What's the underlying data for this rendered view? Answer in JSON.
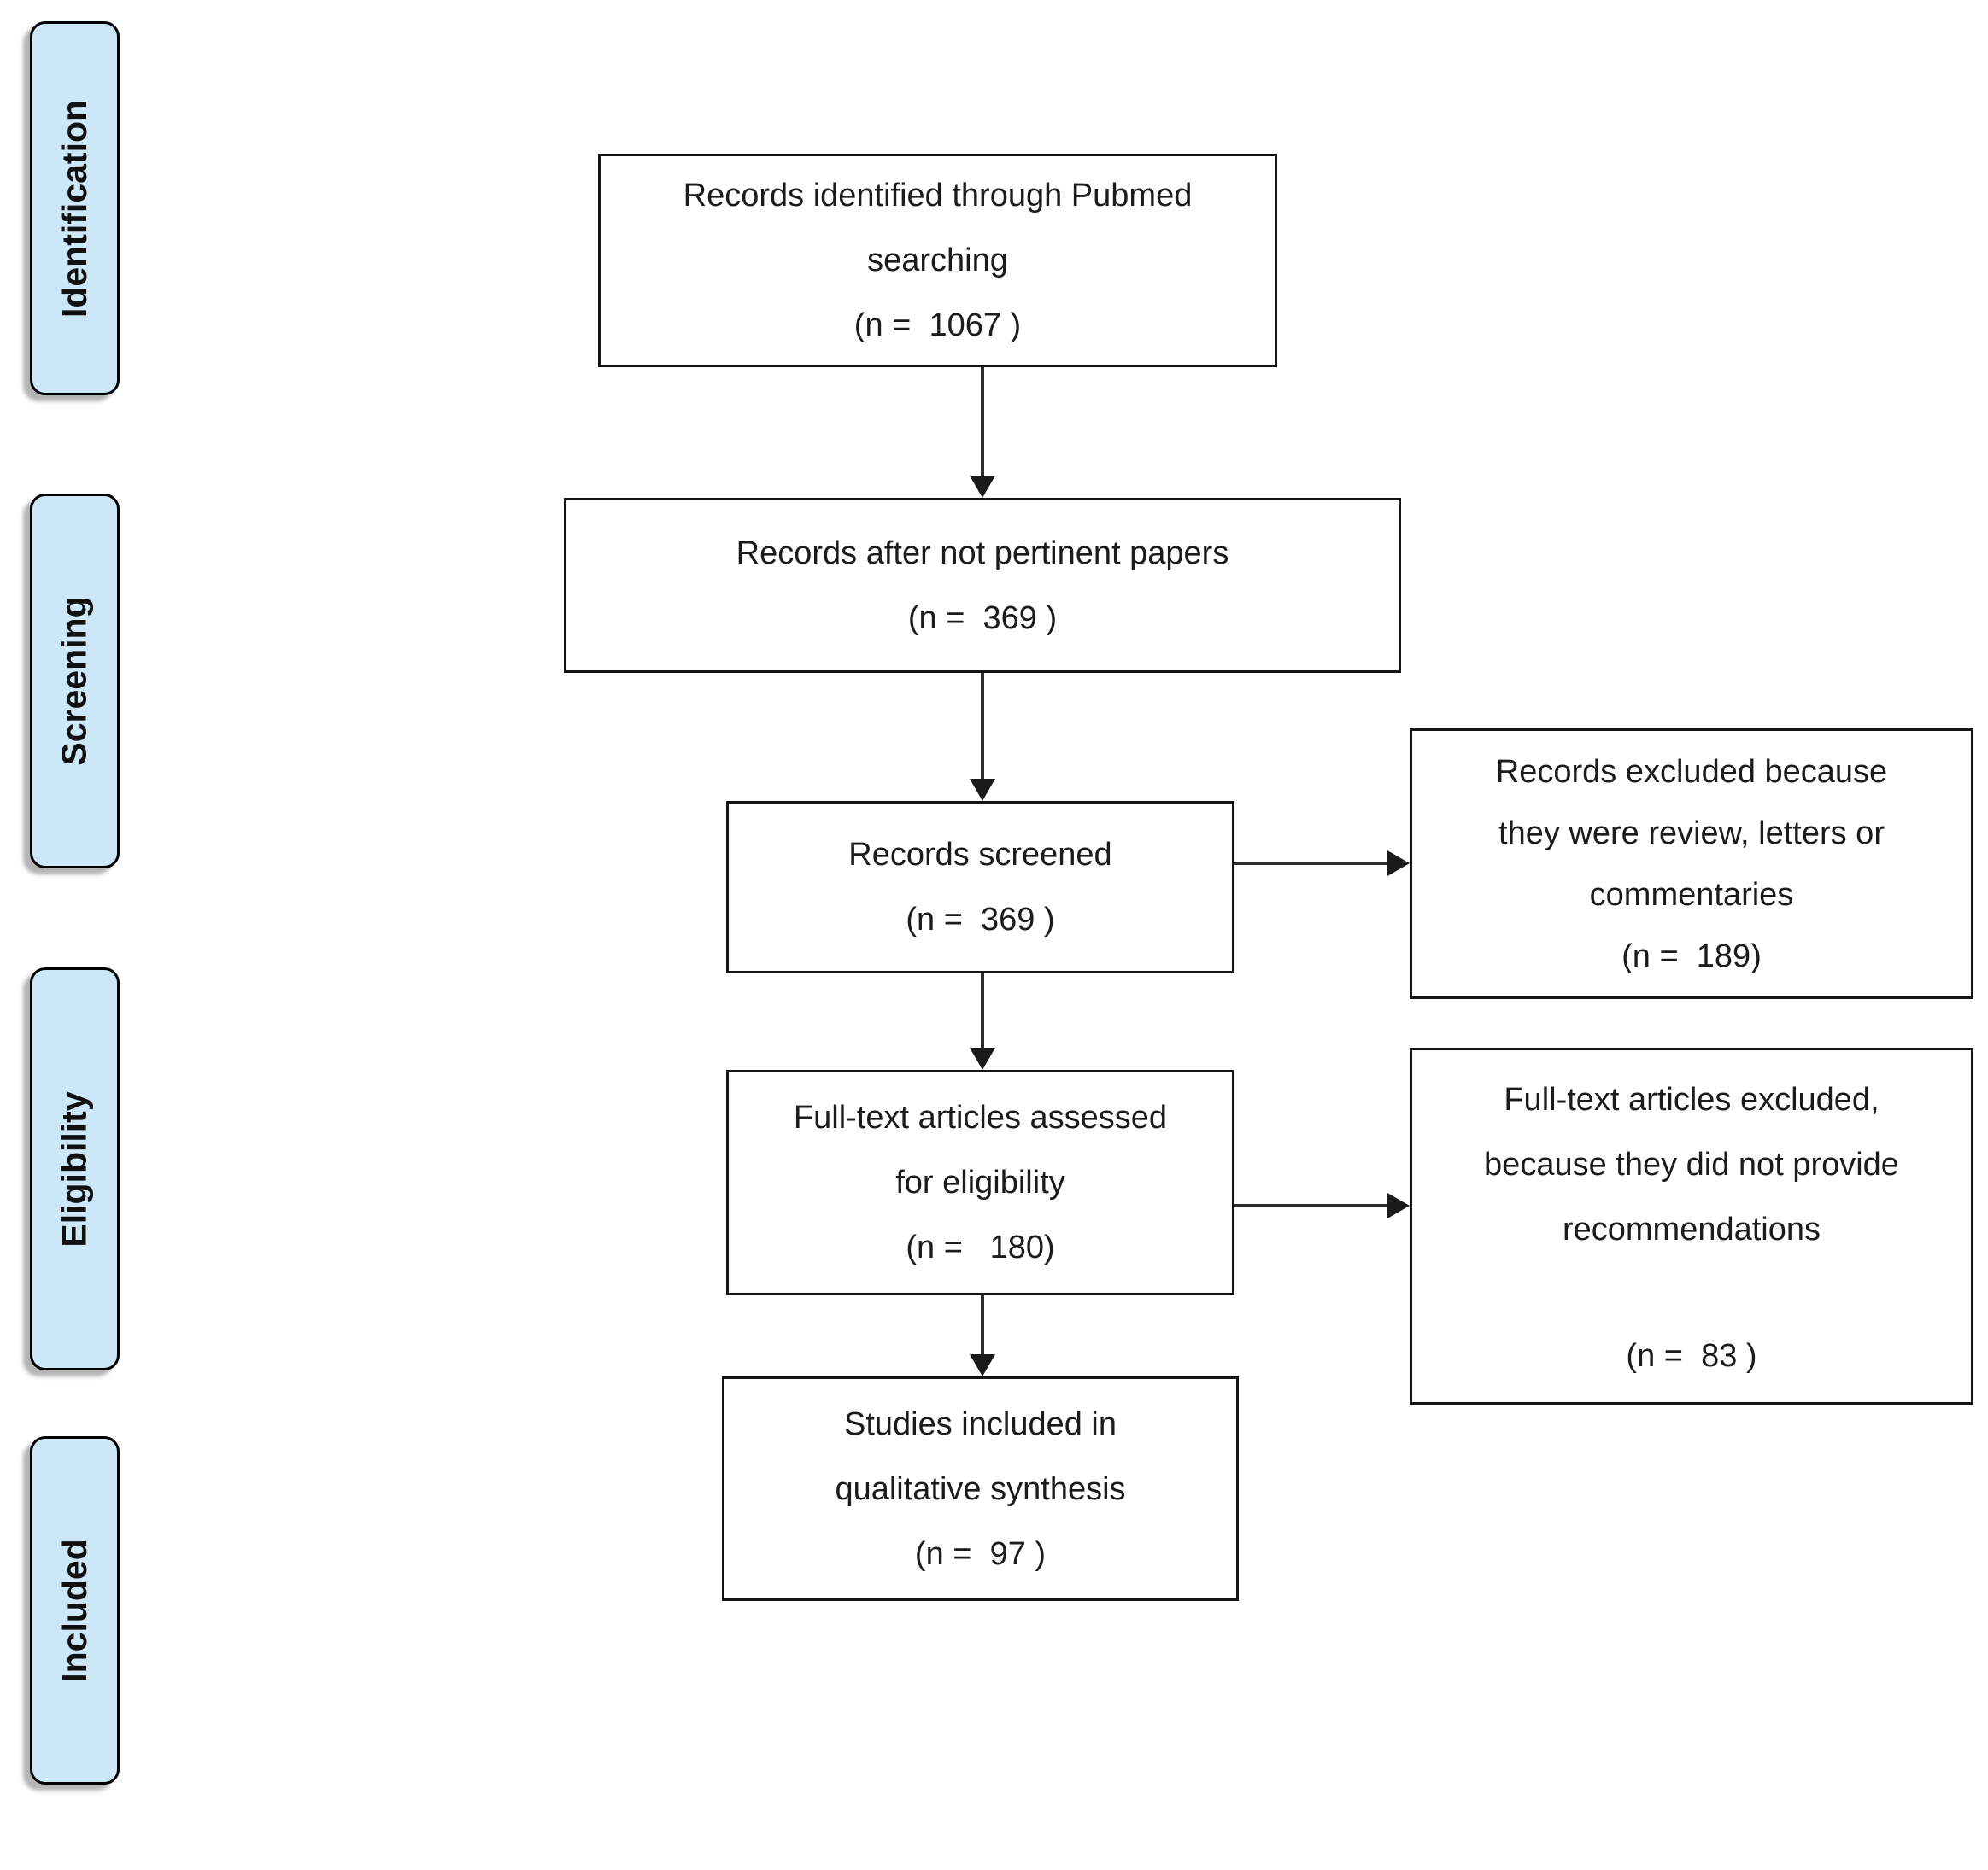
{
  "diagram": {
    "type": "prisma-flow",
    "stage_labels": [
      {
        "id": "identification",
        "label": "Identification"
      },
      {
        "id": "screening",
        "label": "Screening"
      },
      {
        "id": "eligibility",
        "label": "Eligibility"
      },
      {
        "id": "included",
        "label": "Included"
      }
    ],
    "flow_boxes": [
      {
        "id": "records-identified",
        "lines": [
          "Records identified through Pubmed",
          "searching"
        ],
        "n_line": "(n =  1067 )"
      },
      {
        "id": "records-after-not-pertinent",
        "lines": [
          "Records after not pertinent papers"
        ],
        "n_line": "(n =  369 )"
      },
      {
        "id": "records-screened",
        "lines": [
          "Records screened"
        ],
        "n_line": "(n =  369 )"
      },
      {
        "id": "fulltext-assessed",
        "lines": [
          "Full-text articles assessed",
          "for eligibility"
        ],
        "n_line": "(n =   180)"
      },
      {
        "id": "studies-included",
        "lines": [
          "Studies included in",
          "qualitative synthesis"
        ],
        "n_line": "(n =  97 )"
      }
    ],
    "exclusion_boxes": [
      {
        "id": "records-excluded",
        "lines": [
          "Records excluded because",
          "they were review, letters or",
          "commentaries"
        ],
        "n_line": "(n =  189)"
      },
      {
        "id": "fulltext-excluded",
        "lines": [
          "Full-text articles excluded,",
          "because they did not provide",
          "recommendations"
        ],
        "n_line": "(n =  83 )"
      }
    ],
    "colors": {
      "stage_fill": "#cce7f8",
      "stage_border": "#000000",
      "box_fill": "#ffffff",
      "box_border": "#141414",
      "arrow": "#1a1a1a",
      "text": "#1b1b1b",
      "background": "#ffffff"
    }
  }
}
